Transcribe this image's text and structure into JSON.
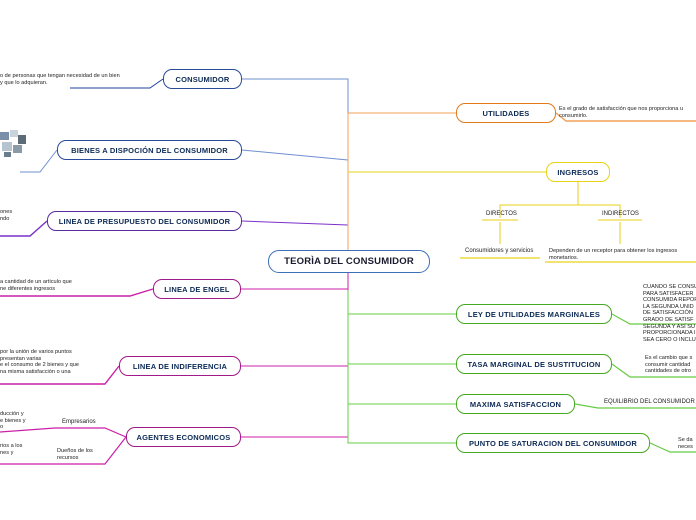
{
  "center": "TEORÌA DEL CONSUMIDOR",
  "left": [
    {
      "label": "CONSUMIDOR",
      "text": "o de personas que tengan necesidad de un bien\ny que lo adquieran."
    },
    {
      "label": "BIENES A DISPOCIÓN DEL CONSUMIDOR",
      "text": ""
    },
    {
      "label": "LINEA DE PRESUPUESTO DEL CONSUMIDOR",
      "text": "ones\nndo"
    },
    {
      "label": "LINEA DE ENGEL",
      "text": "a cantidad de un articulo que\nne diferentes ingresos"
    },
    {
      "label": "LINEA DE INDIFERENCIA",
      "text": "por la unión de varios puntos\npresentan varias\ne el consumo de 2 bienes y que\nna misma satisfacción o una"
    },
    {
      "label": "AGENTES ECONOMICOS",
      "text": ""
    }
  ],
  "agentes": {
    "empresarios": "Empresarios",
    "empresarios_text": "ducción y\ne bienes y\no",
    "duenos": "Dueños de los\nrecursos",
    "duenos_text": "rios a los\nnes y"
  },
  "right": {
    "utilidades": {
      "label": "UTILIDADES",
      "text": "Es el grado de satisfacción que nos proporciona u\nconsumirlo."
    },
    "ingresos": {
      "label": "INGRESOS",
      "directos": "DIRECTOS",
      "indirectos": "INDIRECTOS",
      "directos_text": "Consumidores y servicios",
      "indirectos_text": "Dependen de un receptor para obtener los ingresos\nmonetarios."
    },
    "ley": {
      "label": "LEY DE UTILIDADES MARGINALES",
      "text": "CUANDO SE CONSU\nPARA SATISFACER\nCONSUMIDA REPOR\nLA SEGUNDA UNID\nDE SATISFACCIÓN\nGRADO DE SATISF\nSEGUNDA Y ASÍ SU\nPROPORCIONADA I\nSEA CERO O INCLU"
    },
    "tasa": {
      "label": "TASA MARGINAL DE SUSTITUCION",
      "text": "Es el cambio que s\nconsumir cantidad\ncantidades de otro"
    },
    "maxima": {
      "label": "MAXIMA SATISFACCION",
      "text": "EQUILIBRIO DEL CONSUMIDOR"
    },
    "punto": {
      "label": "PUNTO DE SATURACION DEL CONSUMIDOR",
      "text": "Se da\nneces"
    }
  },
  "colors": {
    "blue": "#6f8fd0",
    "orange": "#f2a15a",
    "yellow": "#e8d21a",
    "green": "#66cc44",
    "magenta": "#cc1fa8",
    "purple": "#7a30c8"
  }
}
